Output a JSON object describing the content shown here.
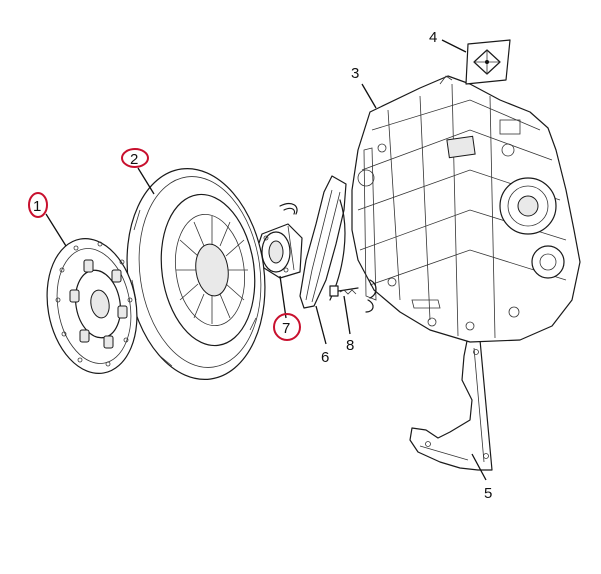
{
  "callouts": [
    {
      "id": "1",
      "label": "1",
      "highlighted": true
    },
    {
      "id": "2",
      "label": "2",
      "highlighted": true
    },
    {
      "id": "3",
      "label": "3",
      "highlighted": false
    },
    {
      "id": "4",
      "label": "4",
      "highlighted": false
    },
    {
      "id": "5",
      "label": "5",
      "highlighted": false
    },
    {
      "id": "6",
      "label": "6",
      "highlighted": false
    },
    {
      "id": "7",
      "label": "7",
      "highlighted": true
    },
    {
      "id": "8",
      "label": "8",
      "highlighted": false
    }
  ],
  "colors": {
    "highlight": "#c8102e",
    "line": "#1a1a1a",
    "background": "#ffffff"
  }
}
